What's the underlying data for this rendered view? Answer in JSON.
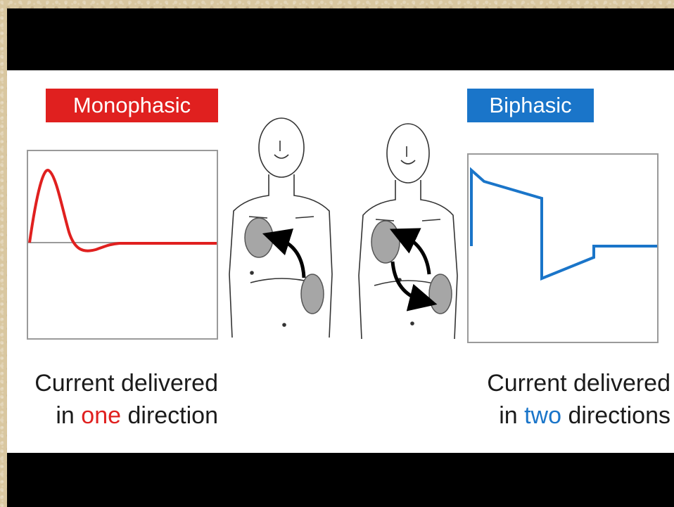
{
  "monophasic": {
    "label": "Monophasic",
    "caption_line1": "Current delivered",
    "caption_pre": "in ",
    "caption_accent": "one",
    "caption_post": " direction"
  },
  "biphasic": {
    "label": "Biphasic",
    "caption_line1": "Current delivered",
    "caption_pre": "in ",
    "caption_accent": "two",
    "caption_post": " directions"
  },
  "colors": {
    "monophasic": "#e0201f",
    "biphasic": "#1a75c9",
    "baseline": "#9a9a9a",
    "pad": "#a6a6a6"
  },
  "icons": [
    "torso-figure-icon",
    "electrode-pad-icon",
    "current-arrow-icon"
  ]
}
